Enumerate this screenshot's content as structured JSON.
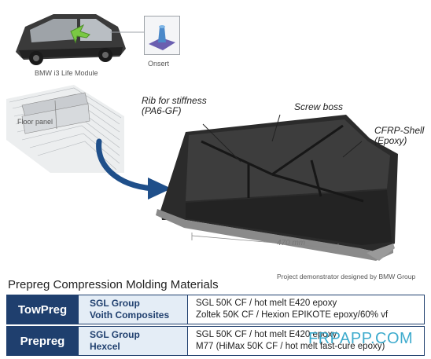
{
  "top_images": {
    "car_caption": "BMW i3 Life Module",
    "onsert_caption": "Onsert",
    "floor_caption": "Floor panel"
  },
  "part_image": {
    "callouts": {
      "rib": [
        "Rib for stiffness",
        "(PA6-GF)"
      ],
      "screw": "Screw boss",
      "shell": [
        "CFRP-Shell",
        "(Epoxy)"
      ]
    },
    "dimension": "470 mm",
    "credit": "Project demonstrator designed by BMW Group"
  },
  "section_title": "Prepreg Compression Molding Materials",
  "materials": [
    {
      "label": "TowPreg",
      "suppliers": [
        "SGL Group",
        "Voith Composites"
      ],
      "products": [
        "SGL 50K CF / hot melt E420 epoxy",
        "Zoltek 50K CF / Hexion EPIKOTE epoxy/60% vf"
      ]
    },
    {
      "label": "Prepreg",
      "suppliers": [
        "SGL Group",
        "Hexcel"
      ],
      "products": [
        "SGL 50K CF / hot melt E420 epoxy",
        "M77 (HiMax 50K CF / hot melt fast-cure epoxy)"
      ]
    }
  ],
  "watermark": "FRPAPP.COM",
  "colors": {
    "header_bar": "#1f3f6e",
    "supplier_text": "#1f3f6e",
    "supplier_bg": "#e4edf6",
    "arrow": "#1f4f8a",
    "watermark": "#2aa3c8"
  }
}
